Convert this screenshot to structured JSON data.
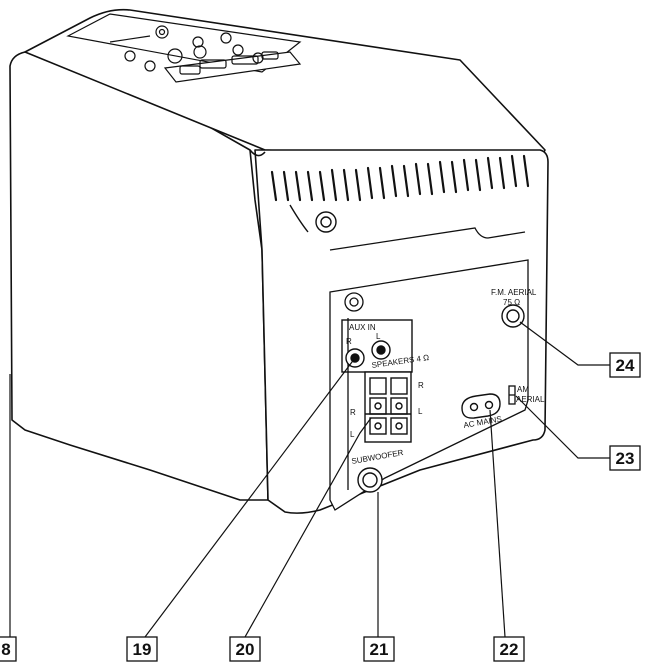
{
  "diagram": {
    "panel_labels": {
      "aux_in": "AUX IN",
      "aux_r": "R",
      "aux_l": "L",
      "speakers": "SPEAKERS 4 Ω",
      "spk_r_top": "R",
      "spk_r_left": "R",
      "spk_l_right": "L",
      "spk_l_left": "L",
      "subwoofer": "SUBWOOFER",
      "ac_mains": "AC MAINS",
      "am_aerial_1": "AM",
      "am_aerial_2": "AERIAL",
      "fm_aerial_1": "F.M. AERIAL",
      "fm_aerial_2": "75 Ω"
    },
    "callouts": [
      {
        "number": "19",
        "target": "aux-in-jacks"
      },
      {
        "number": "20",
        "target": "speaker-terminals"
      },
      {
        "number": "21",
        "target": "subwoofer-jack"
      },
      {
        "number": "22",
        "target": "ac-mains-inlet"
      },
      {
        "number": "23",
        "target": "am-aerial-terminal"
      },
      {
        "number": "24",
        "target": "fm-aerial-connector"
      }
    ],
    "partial_callout": "8"
  }
}
